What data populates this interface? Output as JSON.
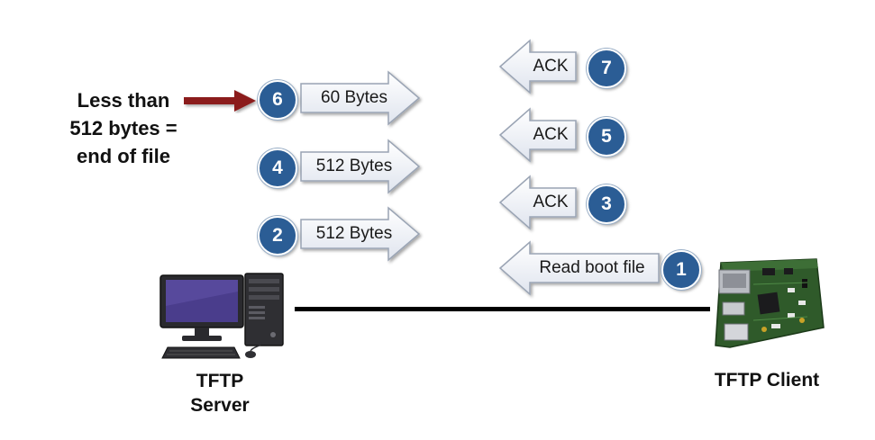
{
  "note": {
    "lines": [
      "Less than",
      "512 bytes =",
      "end of file"
    ]
  },
  "server": {
    "label_line1": "TFTP",
    "label_line2": "Server"
  },
  "client": {
    "label": "TFTP Client"
  },
  "steps": [
    {
      "number": "1",
      "text": "Read boot file",
      "direction": "to-server"
    },
    {
      "number": "2",
      "text": "512 Bytes",
      "direction": "to-client"
    },
    {
      "number": "3",
      "text": "ACK",
      "direction": "to-server"
    },
    {
      "number": "4",
      "text": "512 Bytes",
      "direction": "to-client"
    },
    {
      "number": "5",
      "text": "ACK",
      "direction": "to-server"
    },
    {
      "number": "6",
      "text": "60 Bytes",
      "direction": "to-client"
    },
    {
      "number": "7",
      "text": "ACK",
      "direction": "to-server"
    }
  ],
  "colors": {
    "badge": "#2b5d95",
    "note_arrow": "#8b1a1a",
    "arrow_fill": "#eef1f7",
    "arrow_stroke": "#9aa4b4",
    "link_line": "#000000"
  }
}
